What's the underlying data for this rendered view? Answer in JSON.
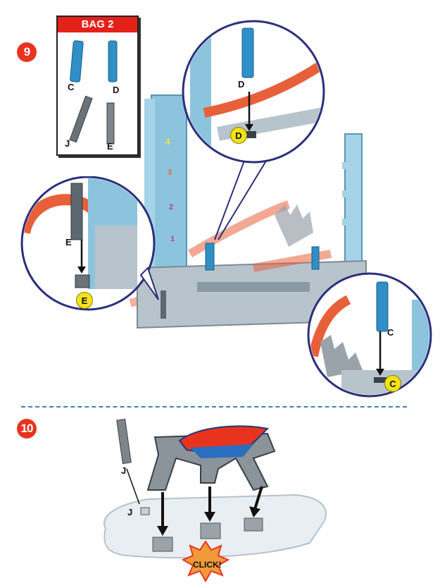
{
  "step9": {
    "number": "9"
  },
  "step10": {
    "number": "10"
  },
  "bag": {
    "header": "BAG 2",
    "parts": [
      "C",
      "D",
      "J",
      "E"
    ]
  },
  "callouts": {
    "top": {
      "part": "D",
      "marker": "D"
    },
    "left": {
      "part": "E",
      "marker": "E"
    },
    "right": {
      "part": "C",
      "marker": "C"
    }
  },
  "step10_labels": {
    "part_top": "J",
    "part_bottom": "J",
    "click": "CLICK!"
  },
  "colors": {
    "accent_red": "#e32119",
    "blue_piece": "#2f8fc6",
    "track_orange": "#e8603a",
    "tower_blue": "#8cc4de",
    "yellow_marker": "#f3e21b",
    "circle_border": "#2b2f7a"
  }
}
